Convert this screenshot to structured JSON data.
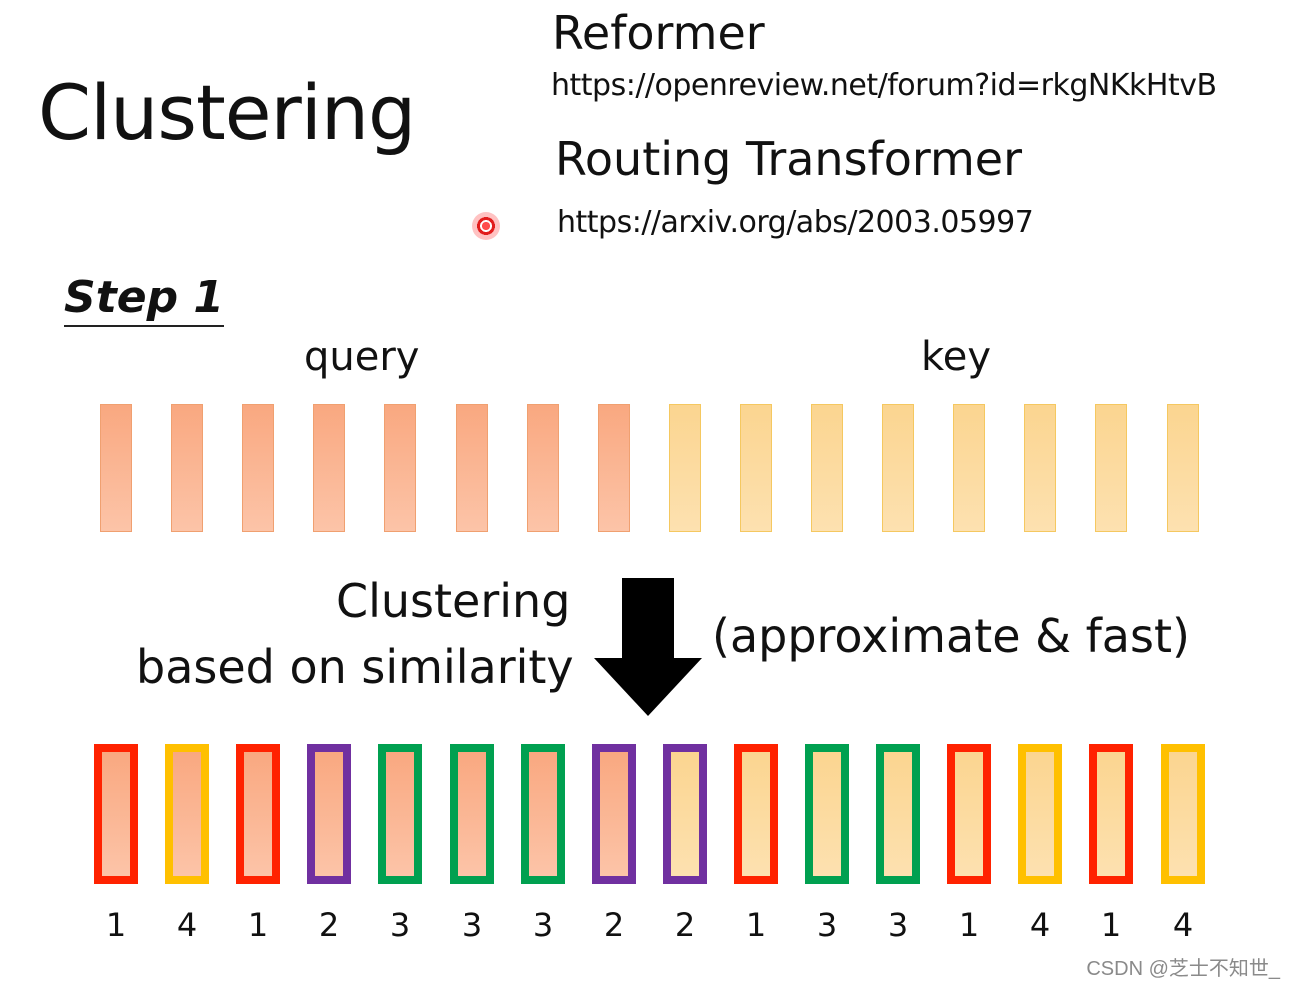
{
  "title": "Clustering",
  "references": [
    {
      "name": "Reformer",
      "url": "https://openreview.net/forum?id=rkgNKkHtvB"
    },
    {
      "name": "Routing Transformer",
      "url": "https://arxiv.org/abs/2003.05997"
    }
  ],
  "step": "Step 1",
  "labels": {
    "query": "query",
    "key": "key",
    "clustering_line1": "Clustering",
    "clustering_line2": "based on similarity",
    "approx": "(approximate & fast)"
  },
  "vectors": {
    "query_count": 8,
    "key_count": 8,
    "query_color": "#f9a880",
    "key_color": "#fbd590"
  },
  "clusters": {
    "assignments": [
      "1",
      "4",
      "1",
      "2",
      "3",
      "3",
      "3",
      "2",
      "2",
      "1",
      "3",
      "3",
      "1",
      "4",
      "1",
      "4"
    ],
    "colors": {
      "1": "#ff2200",
      "2": "#7030a0",
      "3": "#00a050",
      "4": "#ffc000"
    }
  },
  "watermark": "CSDN @芝士不知世_"
}
